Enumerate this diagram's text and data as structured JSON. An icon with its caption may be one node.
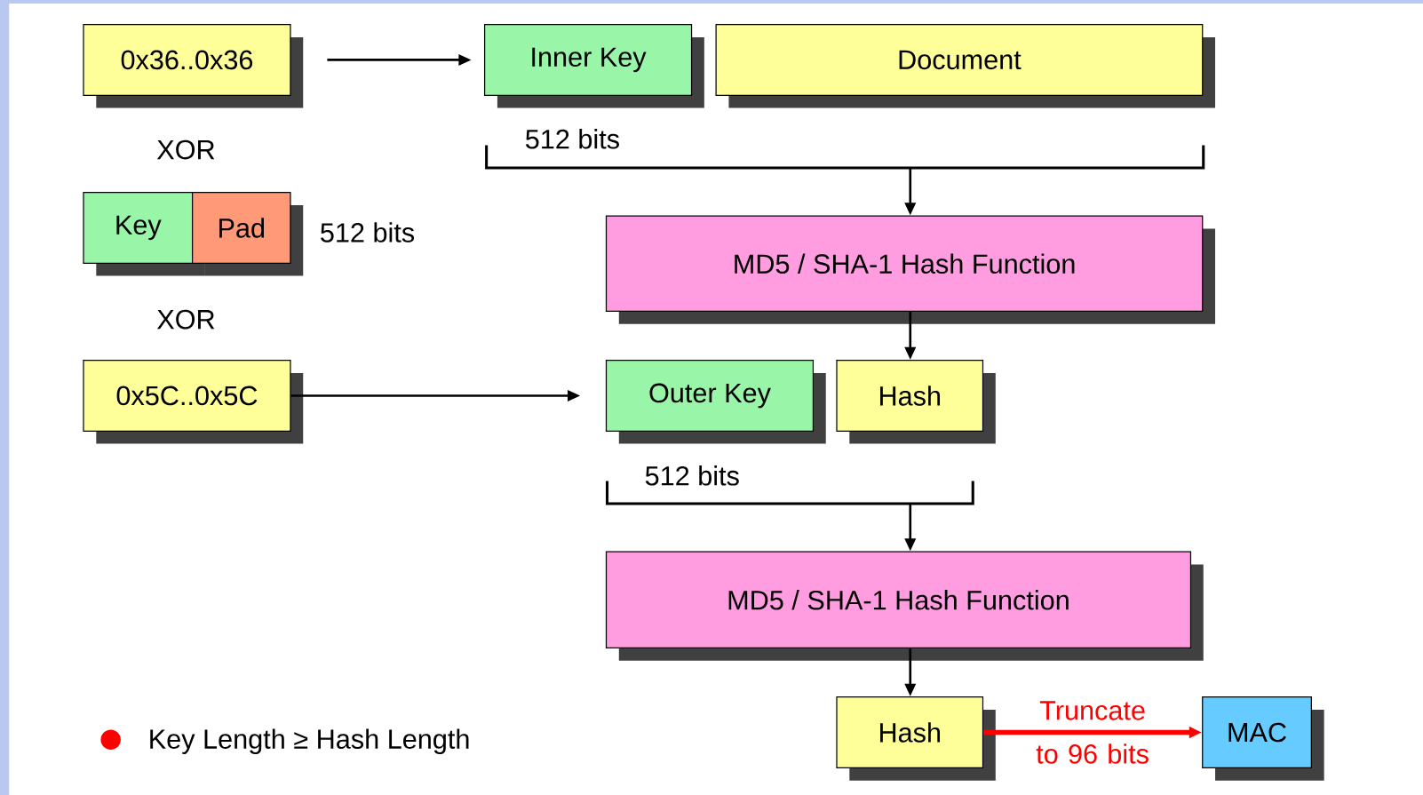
{
  "diagram": {
    "nodes": [
      {
        "text": [
          "0x36..0x36"
        ]
      },
      {
        "text": [
          "Inner Key"
        ]
      },
      {
        "text": [
          "Document"
        ]
      },
      {
        "text": [
          "Key"
        ]
      },
      {
        "text": [
          "Pad"
        ]
      },
      {
        "text": [
          "0x5C..0x5C"
        ]
      },
      {
        "text": [
          "MD5 / SHA-1 Hash Function"
        ]
      },
      {
        "text": [
          "Outer Key"
        ]
      },
      {
        "text": [
          "Hash"
        ]
      },
      {
        "text": [
          "MD5 / SHA-1 Hash Function"
        ]
      },
      {
        "text": [
          "Hash"
        ]
      },
      {
        "text": [
          "MAC"
        ]
      },
      {
        "text": [],
        "shape": "bracket"
      },
      {
        "text": [],
        "shape": "bracket"
      }
    ],
    "edges": [
      {
        "from": 0,
        "to": 1,
        "arrow": "to"
      },
      {
        "from": 12,
        "to": 6,
        "arrow": "to"
      },
      {
        "from": 5,
        "to": 7,
        "arrow": "to"
      },
      {
        "from": 6,
        "to": 8,
        "arrow": "to"
      },
      {
        "from": 13,
        "to": 9,
        "arrow": "to"
      },
      {
        "from": 9,
        "to": 10,
        "arrow": "to"
      },
      {
        "from": 10,
        "to": 11,
        "arrow": "to",
        "label": "Truncate to 96 bits",
        "style": "thick",
        "color": "#ff0000"
      }
    ],
    "labels": [
      "512 bits",
      "XOR",
      "512 bits",
      "XOR",
      "512 bits",
      "Key Length ≥ Hash Length"
    ]
  }
}
